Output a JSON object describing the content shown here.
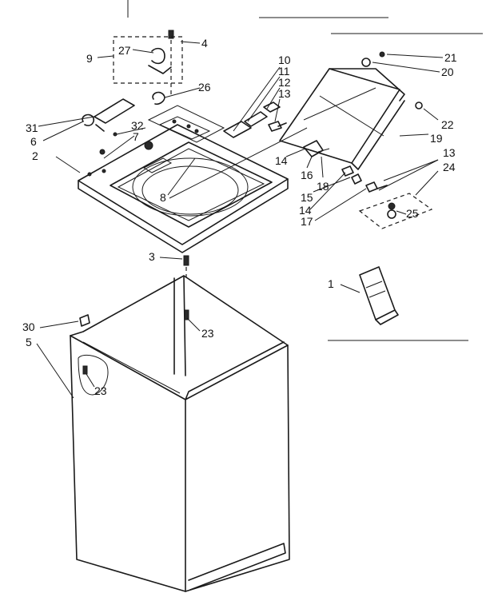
{
  "callouts": [
    {
      "id": "1",
      "text": "1"
    },
    {
      "id": "2",
      "text": "2"
    },
    {
      "id": "3",
      "text": "3"
    },
    {
      "id": "4",
      "text": "4"
    },
    {
      "id": "5",
      "text": "5"
    },
    {
      "id": "6",
      "text": "6"
    },
    {
      "id": "7",
      "text": "7"
    },
    {
      "id": "8",
      "text": "8"
    },
    {
      "id": "9",
      "text": "9"
    },
    {
      "id": "10",
      "text": "10"
    },
    {
      "id": "11",
      "text": "11"
    },
    {
      "id": "12",
      "text": "12"
    },
    {
      "id": "13a",
      "text": "13"
    },
    {
      "id": "13b",
      "text": "13"
    },
    {
      "id": "14a",
      "text": "14"
    },
    {
      "id": "14b",
      "text": "14"
    },
    {
      "id": "15",
      "text": "15"
    },
    {
      "id": "16",
      "text": "16"
    },
    {
      "id": "17",
      "text": "17"
    },
    {
      "id": "18",
      "text": "18"
    },
    {
      "id": "19",
      "text": "19"
    },
    {
      "id": "20",
      "text": "20"
    },
    {
      "id": "21",
      "text": "21"
    },
    {
      "id": "22",
      "text": "22"
    },
    {
      "id": "23a",
      "text": "23"
    },
    {
      "id": "23b",
      "text": "23"
    },
    {
      "id": "24",
      "text": "24"
    },
    {
      "id": "25",
      "text": "25"
    },
    {
      "id": "26",
      "text": "26"
    },
    {
      "id": "27",
      "text": "27"
    },
    {
      "id": "30",
      "text": "30"
    },
    {
      "id": "31",
      "text": "31"
    },
    {
      "id": "32",
      "text": "32"
    }
  ]
}
